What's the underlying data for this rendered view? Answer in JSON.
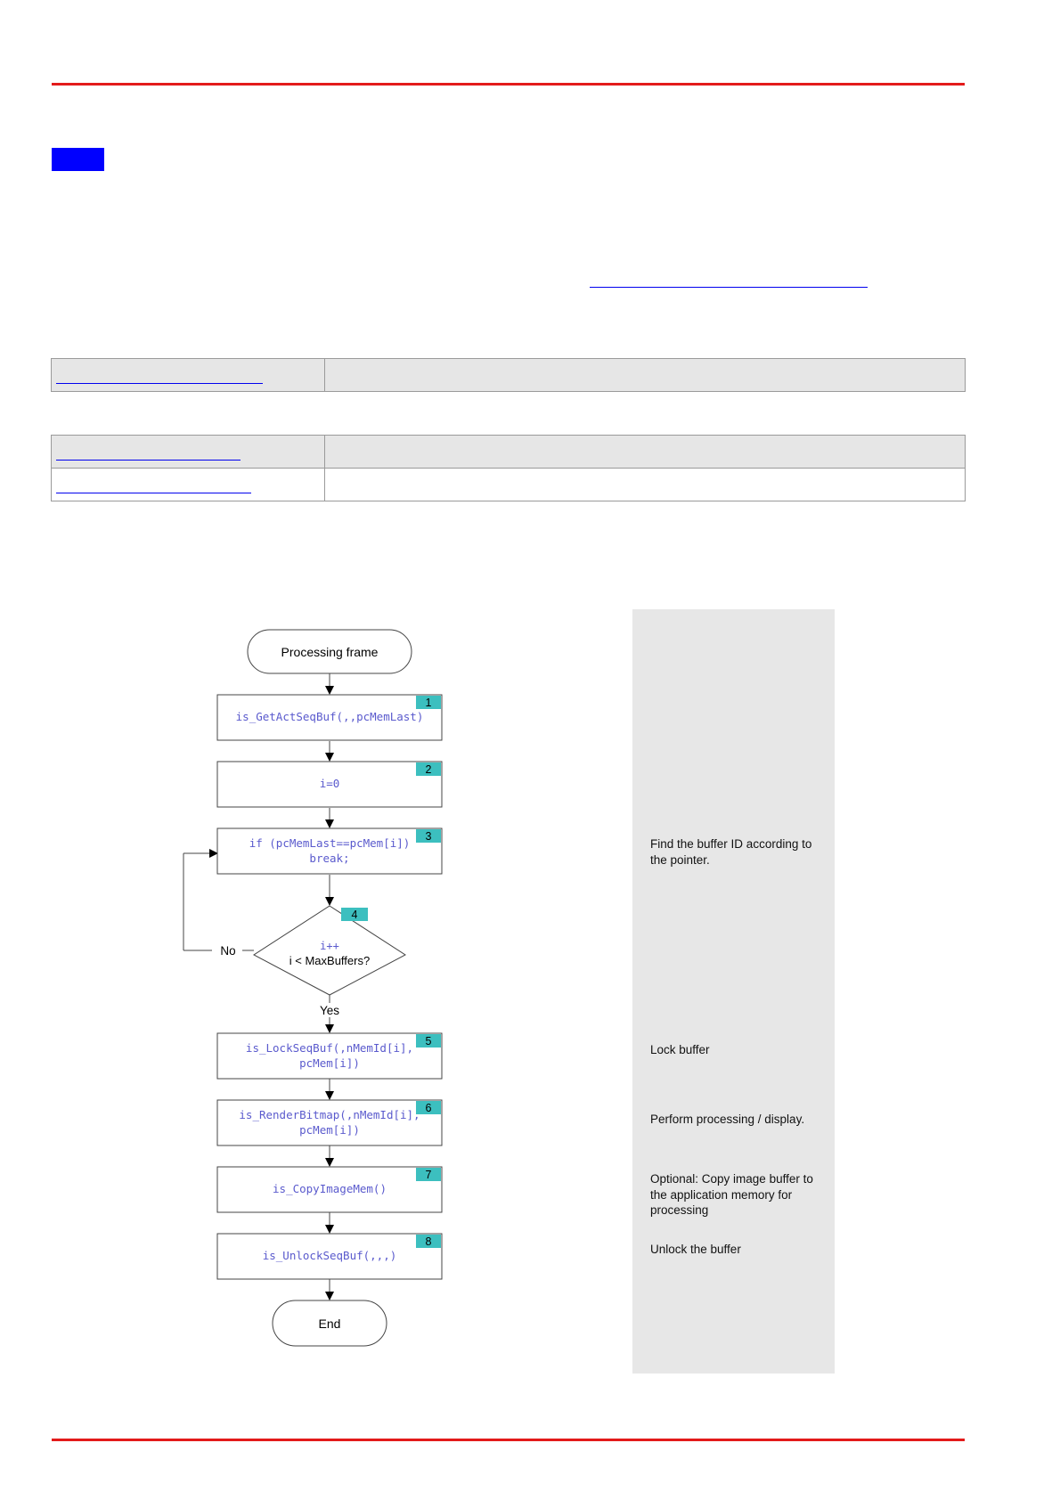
{
  "colors": {
    "rule": "#e31b1b",
    "marker": "#0000ff",
    "link": "#0000ee",
    "code": "#5a5acd",
    "step_badge": "#3cbfbf",
    "panel": "#e7e7e7",
    "table_header": "#e6e6e6"
  },
  "flowchart": {
    "start_label": "Processing frame",
    "end_label": "End",
    "steps": [
      {
        "number": "1",
        "code_line1": "is_GetActSeqBuf(,,pcMemLast)",
        "code_line2": ""
      },
      {
        "number": "2",
        "code_line1": "i=0",
        "code_line2": ""
      },
      {
        "number": "3",
        "code_line1": "if (pcMemLast==pcMem[i])",
        "code_line2": "break;"
      },
      {
        "number": "5",
        "code_line1": "is_LockSeqBuf(,nMemId[i],",
        "code_line2": "pcMem[i])"
      },
      {
        "number": "6",
        "code_line1": "is_RenderBitmap(,nMemId[i],",
        "code_line2": "pcMem[i])"
      },
      {
        "number": "7",
        "code_line1": "is_CopyImageMem()",
        "code_line2": ""
      },
      {
        "number": "8",
        "code_line1": "is_UnlockSeqBuf(,,,)",
        "code_line2": ""
      }
    ],
    "decision": {
      "number": "4",
      "code_line": "i++",
      "label": "i < MaxBuffers?",
      "no_label": "No",
      "yes_label": "Yes"
    }
  },
  "side_notes": {
    "find_buffer": [
      "Find the buffer ID according to",
      "the pointer."
    ],
    "lock": [
      "Lock buffer"
    ],
    "perform": [
      "Perform processing / display."
    ],
    "copy": [
      "Optional: Copy image buffer to",
      "the application memory for",
      "processing"
    ],
    "unlock": [
      "Unlock the buffer"
    ]
  }
}
